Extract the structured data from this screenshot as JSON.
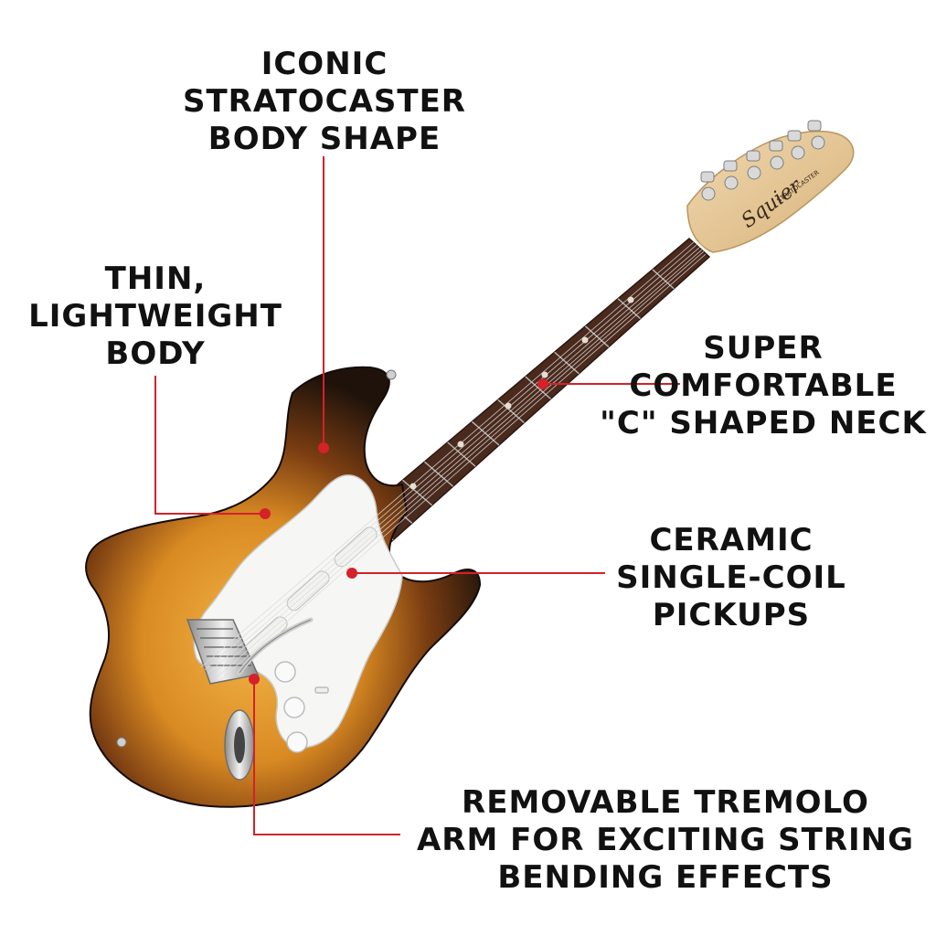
{
  "annotations": [
    {
      "id": "body-shape",
      "lines": [
        "ICONIC",
        "STRATOCASTER",
        "BODY SHAPE"
      ]
    },
    {
      "id": "lightweight",
      "lines": [
        "THIN,",
        "LIGHTWEIGHT",
        "BODY"
      ]
    },
    {
      "id": "neck",
      "lines": [
        "SUPER",
        "COMFORTABLE",
        "\"C\" SHAPED NECK"
      ]
    },
    {
      "id": "pickups",
      "lines": [
        "CERAMIC",
        "SINGLE-COIL",
        "PICKUPS"
      ]
    },
    {
      "id": "tremolo",
      "lines": [
        "REMOVABLE TREMOLO",
        "ARM FOR EXCITING STRING",
        "BENDING EFFECTS"
      ]
    }
  ],
  "headstock_logo": "Squier",
  "headstock_model": "STRATOCASTER",
  "colors": {
    "accent": "#d4212a",
    "text": "#111111",
    "sunburst_center": "#e9a233",
    "sunburst_edge": "#1e120b",
    "pickguard": "#f6f6f4",
    "fretboard": "#4a2a1d",
    "maple": "#e6c89a"
  }
}
